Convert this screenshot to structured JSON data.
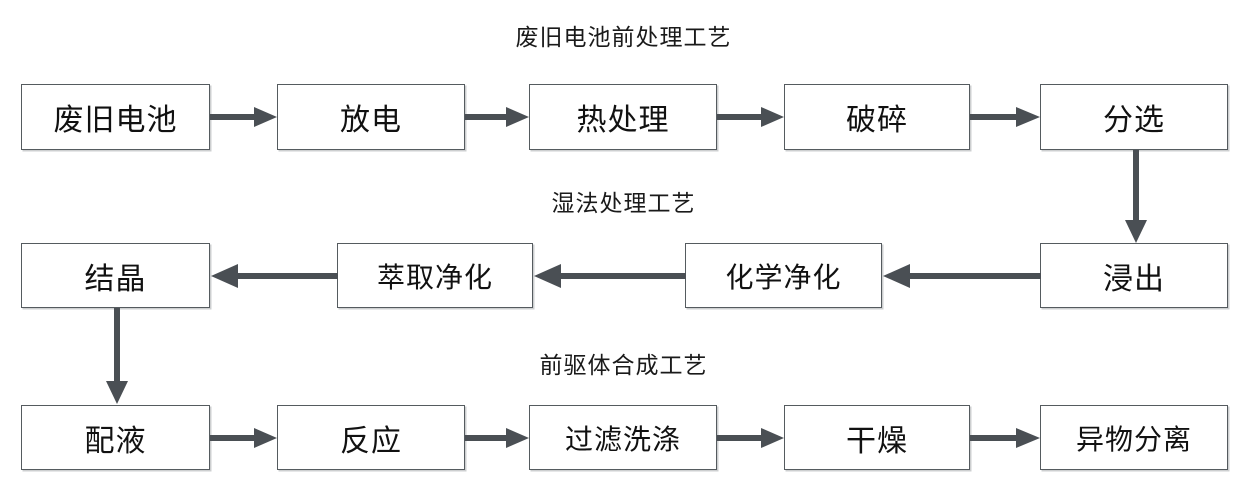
{
  "diagram": {
    "title_row1": "废旧电池前处理工艺",
    "title_row2": "湿法处理工艺",
    "title_row3": "前驱体合成工艺",
    "arrow_color": "#4a4f54",
    "box_border_color": "#555b5f",
    "text_color": "#111111",
    "background": "#ffffff"
  },
  "stages": {
    "pretreatment": {
      "label": "废旧电池前处理工艺",
      "nodes": [
        {
          "id": "waste-battery",
          "label": "废旧电池"
        },
        {
          "id": "discharge",
          "label": "放电"
        },
        {
          "id": "heat-treatment",
          "label": "热处理"
        },
        {
          "id": "crushing",
          "label": "破碎"
        },
        {
          "id": "sorting",
          "label": "分选"
        }
      ]
    },
    "hydrometallurgy": {
      "label": "湿法处理工艺",
      "nodes": [
        {
          "id": "crystallization",
          "label": "结晶"
        },
        {
          "id": "extraction-purification",
          "label": "萃取净化"
        },
        {
          "id": "chemical-purification",
          "label": "化学净化"
        },
        {
          "id": "leaching",
          "label": "浸出"
        }
      ]
    },
    "precursor_synthesis": {
      "label": "前驱体合成工艺",
      "nodes": [
        {
          "id": "solution-preparation",
          "label": "配液"
        },
        {
          "id": "reaction",
          "label": "反应"
        },
        {
          "id": "filtration-washing",
          "label": "过滤洗涤"
        },
        {
          "id": "drying",
          "label": "干燥"
        },
        {
          "id": "foreign-matter-separation",
          "label": "异物分离"
        }
      ]
    }
  },
  "flow": {
    "row1_direction": "left-to-right",
    "row2_direction": "right-to-left",
    "row3_direction": "left-to-right",
    "vertical_links": [
      {
        "from": "sorting",
        "to": "leaching",
        "direction": "down"
      },
      {
        "from": "crystallization",
        "to": "solution-preparation",
        "direction": "down"
      }
    ]
  }
}
